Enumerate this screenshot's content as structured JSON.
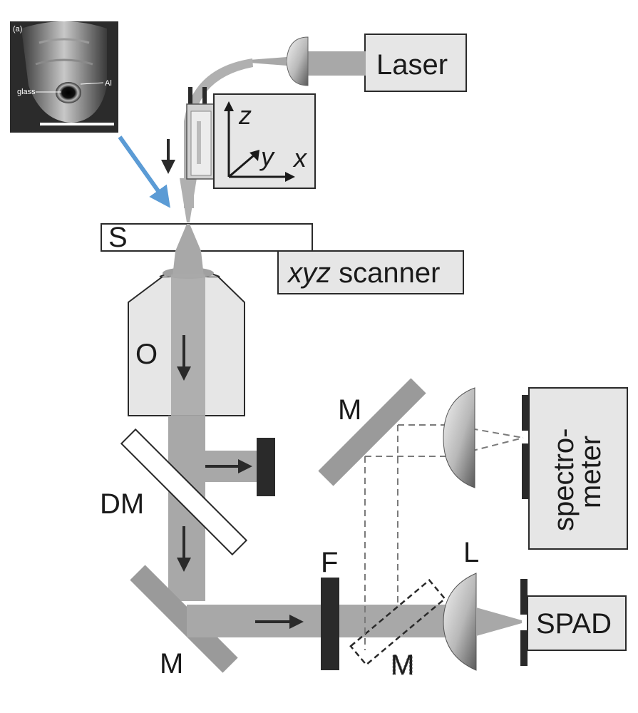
{
  "labels": {
    "laser": "Laser",
    "sample": "S",
    "scanner_italic": "xyz",
    "scanner_rest": " scanner",
    "objective": "O",
    "dichroic": "DM",
    "mirror_top": "M",
    "mirror_bottom": "M",
    "flip_mirror": "M",
    "filter": "F",
    "lens": "L",
    "spectrometer_line1": "spectro-",
    "spectrometer_line2": "meter",
    "spad": "SPAD",
    "axis_z": "z",
    "axis_y": "y",
    "axis_x": "x"
  },
  "inset": {
    "panel_label": "(a)",
    "glass_label": "glass",
    "al_label": "Al"
  },
  "colors": {
    "beam": "#a8a8a8",
    "box_fill": "#e6e6e6",
    "dark": "#2a2a2a",
    "arrow_blue": "#5b9bd5"
  }
}
